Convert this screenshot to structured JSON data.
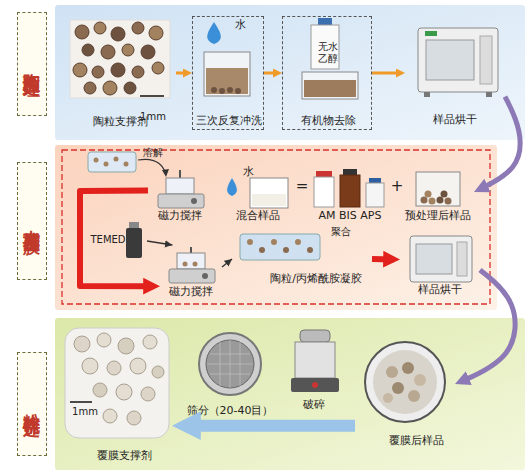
{
  "diagram": {
    "nodes": [
      {
        "text": [
          "陶粒预处理"
        ]
      },
      {
        "text": [
          "1mm",
          "陶粒支撑剂"
        ]
      },
      {
        "text": [
          "水",
          "三次反复冲洗"
        ]
      },
      {
        "text": [
          "无水乙醇",
          "有机物去除"
        ]
      },
      {
        "text": [
          "样品烘干"
        ]
      },
      {
        "text": [
          "支撑剂覆膜"
        ]
      },
      {
        "text": [
          "磁力搅拌"
        ]
      },
      {
        "text": [
          "水",
          "混合样品"
        ]
      },
      {
        "text": [
          "AM BIS APS"
        ]
      },
      {
        "text": [
          "预处理后样品"
        ]
      },
      {
        "text": [
          "TEMED"
        ]
      },
      {
        "text": [
          "磁力搅拌"
        ]
      },
      {
        "text": [
          "陶粒/丙烯酰胺凝胶"
        ]
      },
      {
        "text": [
          "样品烘干"
        ]
      },
      {
        "text": [
          "粉碎筛选"
        ]
      },
      {
        "text": [
          "覆膜后样品"
        ]
      },
      {
        "text": [
          "破碎"
        ]
      },
      {
        "text": [
          "筛分（20-40目）"
        ]
      },
      {
        "text": [
          "1mm",
          "覆膜支撑剂"
        ]
      }
    ],
    "edges": [
      {
        "from": 1,
        "to": 2,
        "arrow": "to"
      },
      {
        "from": 2,
        "to": 3,
        "arrow": "to"
      },
      {
        "from": 3,
        "to": 4,
        "arrow": "to"
      },
      {
        "from": 4,
        "to": 9,
        "arrow": "to"
      },
      {
        "from": 6,
        "to": 11,
        "arrow": "to"
      },
      {
        "from": 10,
        "to": 11,
        "arrow": "to"
      },
      {
        "from": 11,
        "to": 12,
        "arrow": "to"
      },
      {
        "from": 12,
        "to": 13,
        "arrow": "to"
      },
      {
        "from": 13,
        "to": 15,
        "arrow": "to"
      },
      {
        "from": 15,
        "to": 18,
        "arrow": "to"
      }
    ],
    "labels": [
      "溶解",
      "=",
      "+",
      "聚合"
    ]
  }
}
